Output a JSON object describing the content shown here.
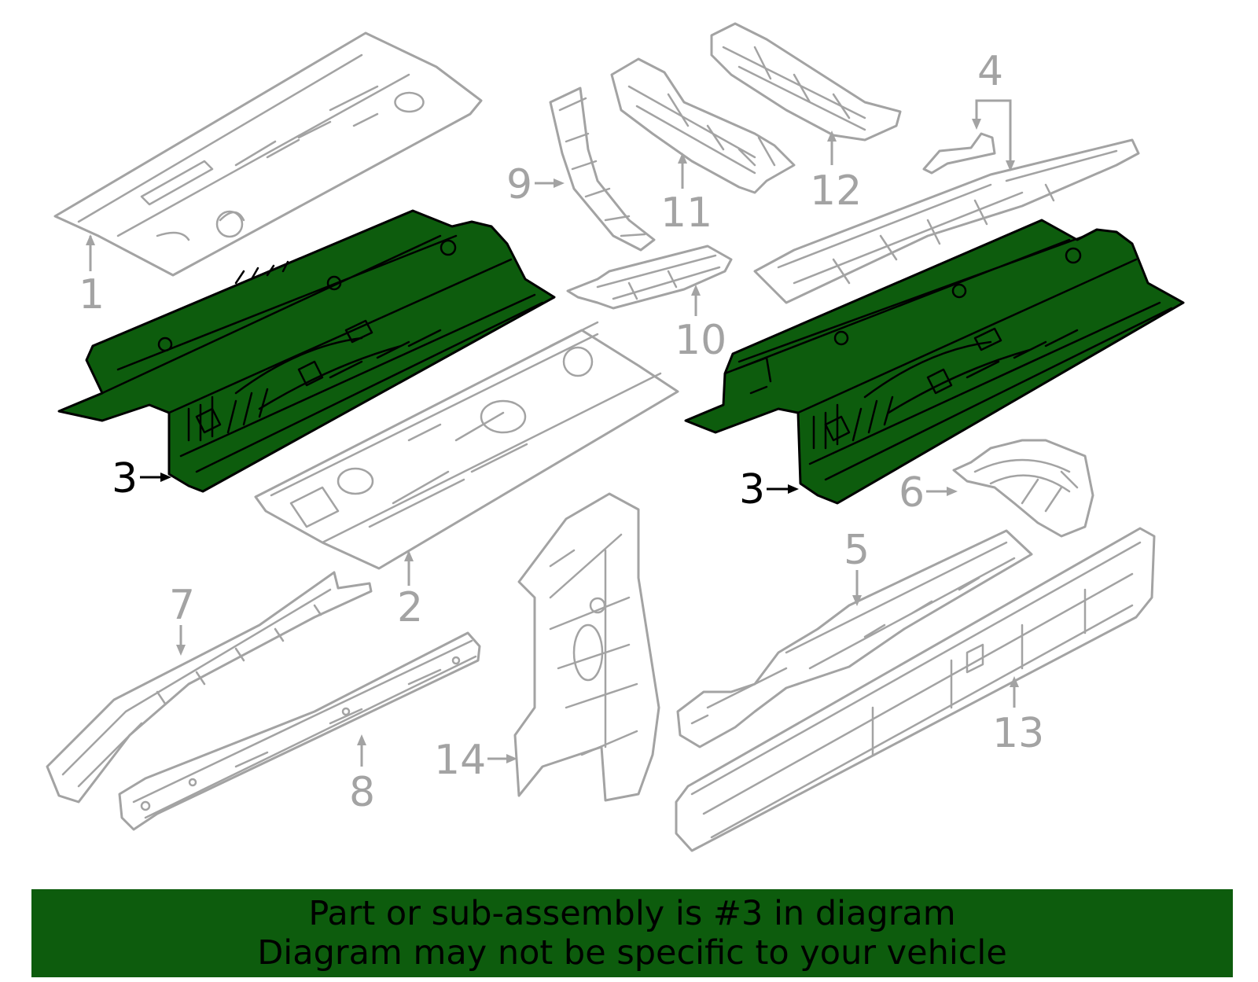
{
  "callouts": {
    "c1": "1",
    "c2": "2",
    "c3_left": "3",
    "c3_right": "3",
    "c4": "4",
    "c5": "5",
    "c6": "6",
    "c7": "7",
    "c8": "8",
    "c9": "9",
    "c10": "10",
    "c11": "11",
    "c12": "12",
    "c13": "13",
    "c14": "14"
  },
  "highlighted_part": "3",
  "colors": {
    "highlight": "#0d5c0d",
    "part_stroke": "#a3a3a3",
    "highlight_stroke": "#000000"
  },
  "banner": {
    "line1": "Part or sub-assembly is #3 in diagram",
    "line2": "Diagram may not be specific to your vehicle"
  }
}
